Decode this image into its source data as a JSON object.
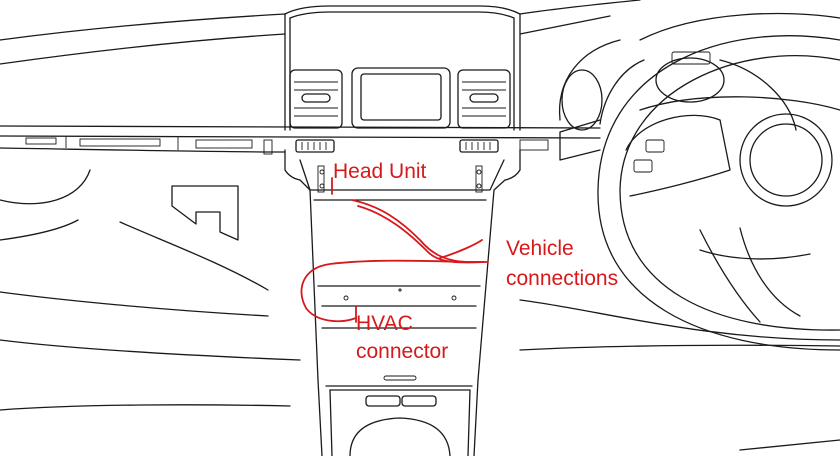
{
  "annotations": {
    "head_unit": "Head Unit",
    "vehicle_connections_line1": "Vehicle",
    "vehicle_connections_line2": "connections",
    "hvac_line1": "HVAC",
    "hvac_line2": "connector"
  },
  "colors": {
    "annotation": "#d7191c",
    "linework": "#1a1a1a",
    "background": "#ffffff"
  }
}
